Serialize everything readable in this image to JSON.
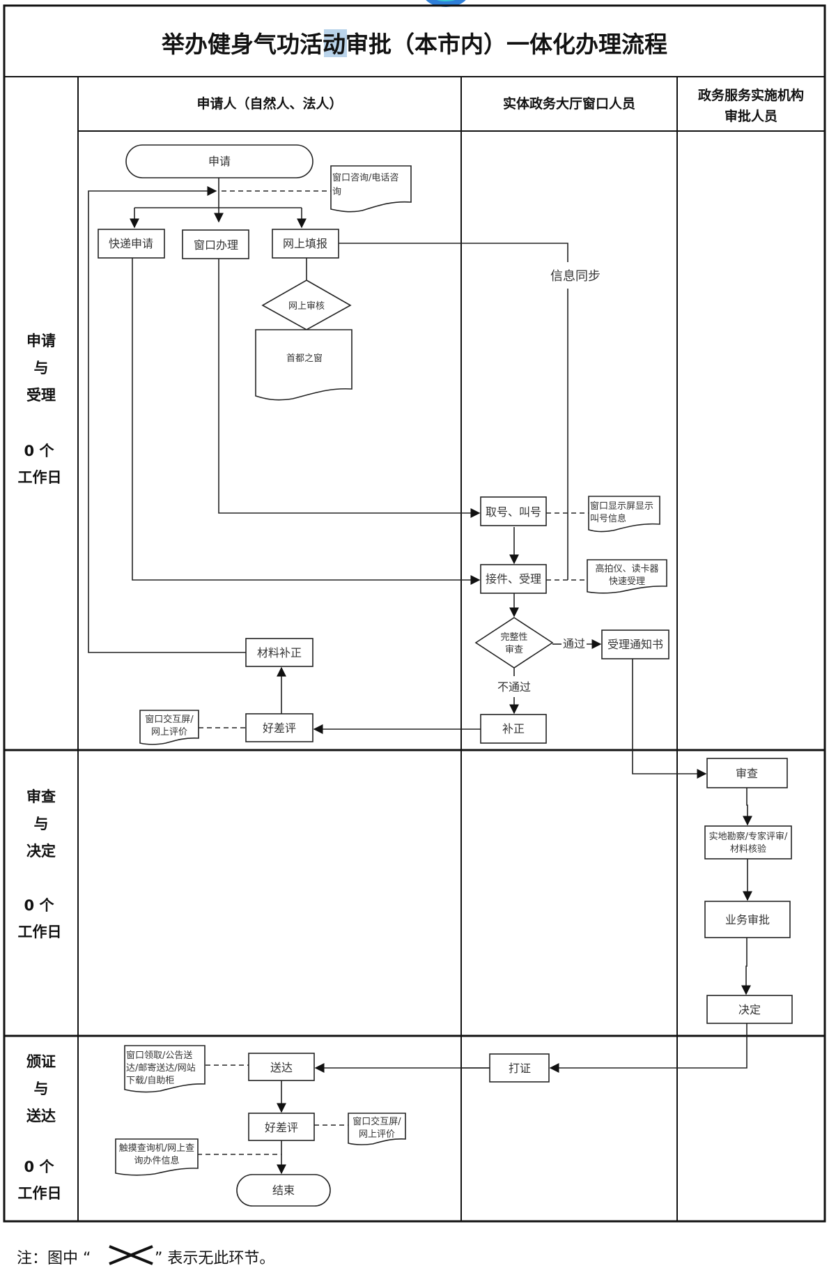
{
  "title": "举办健身气功活动审批（本市内）一体化办理流程",
  "title_highlight_char": "审",
  "lanes": [
    {
      "id": "applicant",
      "label": "申请人（自然人、法人）"
    },
    {
      "id": "window",
      "label": "实体政务大厅窗口人员"
    },
    {
      "id": "approver",
      "label_line1": "政务服务实施机构",
      "label_line2": "审批人员"
    }
  ],
  "stages": [
    {
      "id": "apply",
      "line1": "申请",
      "line2": "与",
      "line3": "受理",
      "days": "0 个",
      "unit": "工作日"
    },
    {
      "id": "review",
      "line1": "审查",
      "line2": "与",
      "line3": "决定",
      "days": "0 个",
      "unit": "工作日"
    },
    {
      "id": "deliver",
      "line1": "颁证",
      "line2": "与",
      "line3": "送达",
      "days": "0 个",
      "unit": "工作日"
    }
  ],
  "nodes": {
    "start": "申请",
    "consult_doc": {
      "line1": "窗口咨询/电话咨",
      "line2": "询"
    },
    "express": "快递申请",
    "window_handle": "窗口办理",
    "online_fill": "网上填报",
    "online_review": "网上审核",
    "capital_window": "首都之窗",
    "info_sync": "信息同步",
    "take_number": "取号、叫号",
    "display_doc": {
      "line1": "窗口显示屏显示",
      "line2": "叫号信息"
    },
    "receive": "接件、受理",
    "scanner_doc": {
      "line1": "高拍仪、读卡器",
      "line2": "快速受理"
    },
    "completeness": {
      "line1": "完整性",
      "line2": "审查"
    },
    "pass_label": "通过",
    "fail_label": "不通过",
    "accept_notice": "受理通知书",
    "correction": "补正",
    "material_fix": "材料补正",
    "rating1": "好差评",
    "rating1_doc": {
      "line1": "窗口交互屏/",
      "line2": "网上评价"
    },
    "examine": "审查",
    "onsite": {
      "line1": "实地勘察/专家评审/",
      "line2": "材料核验"
    },
    "business_approve": "业务审批",
    "decision": "决定",
    "print_cert": "打证",
    "deliver": "送达",
    "deliver_doc": {
      "line1": "窗口领取/公告送",
      "line2": "达/邮寄送达/网站",
      "line3": "下载/自助柜"
    },
    "rating2": "好差评",
    "rating2_doc": {
      "line1": "窗口交互屏/",
      "line2": "网上评价"
    },
    "query_doc": {
      "line1": "触摸查询机/网上查",
      "line2": "询办件信息"
    },
    "end": "结束"
  },
  "note": {
    "prefix": "注：图中 “",
    "suffix": "” 表示无此环节。",
    "symbol": "cross-icon"
  },
  "colors": {
    "line": "#222222",
    "highlight": "#b9d3ea",
    "top_badge": "#2f7fd8"
  }
}
